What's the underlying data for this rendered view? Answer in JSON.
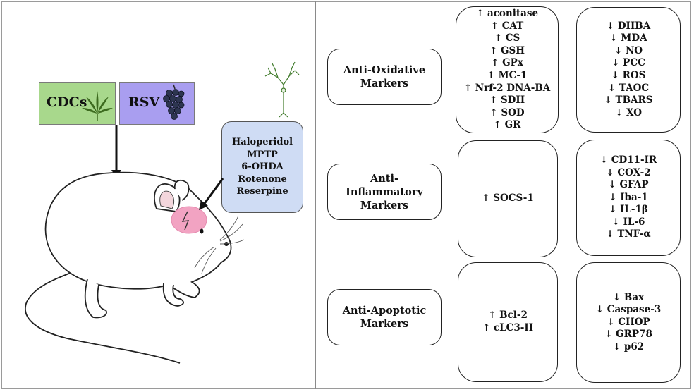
{
  "treatments": {
    "cdcs_label": "CDCs",
    "rsv_label": "RSV",
    "cdcs_color": "#a8d88c",
    "rsv_color": "#a99ef0"
  },
  "toxins": {
    "items": [
      "Haloperidol",
      "MPTP",
      "6-OHDA",
      "Rotenone",
      "Reserpine"
    ],
    "color": "#cfdcf4"
  },
  "markers": [
    {
      "label_lines": [
        "Anti-Oxidative",
        "Markers"
      ],
      "increased": [
        "↑ aconitase",
        "↑ CAT",
        "↑ CS",
        "↑ GSH",
        "↑ GPx",
        "↑ MC-1",
        "↑ Nrf-2 DNA-BA",
        "↑ SDH",
        "↑ SOD",
        "↑ GR"
      ],
      "decreased": [
        "↓ DHBA",
        "↓ MDA",
        "↓ NO",
        "↓ PCC",
        "↓ ROS",
        "↓ TAOC",
        "↓ TBARS",
        "↓ XO"
      ]
    },
    {
      "label_lines": [
        "Anti-",
        "Inflammatory",
        "Markers"
      ],
      "increased": [
        "↑ SOCS-1"
      ],
      "decreased": [
        "↓ CD11-IR",
        "↓ COX-2",
        "↓ GFAP",
        "↓ Iba-1",
        "↓ IL-1β",
        "↓ IL-6",
        "↓ TNF-α"
      ]
    },
    {
      "label_lines": [
        "Anti-Apoptotic",
        "Markers"
      ],
      "increased": [
        "↑ Bcl-2",
        "↑ cLC3-II"
      ],
      "decreased": [
        "↓ Bax",
        "↓ Caspase-3",
        "↓ CHOP",
        "↓ GRP78",
        "↓ p62"
      ]
    }
  ]
}
